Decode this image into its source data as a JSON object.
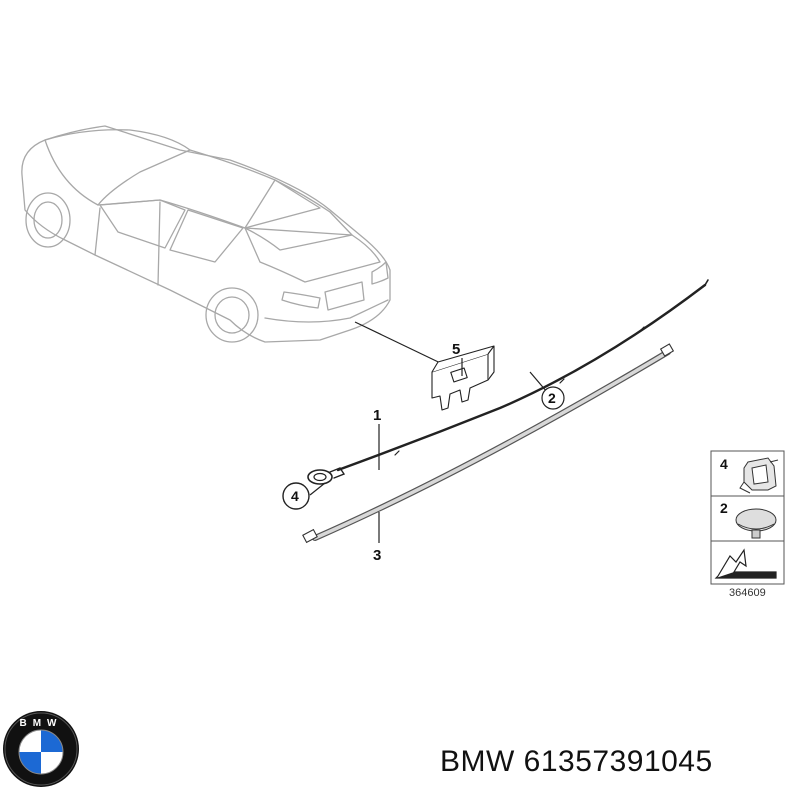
{
  "diagram": {
    "callouts": {
      "part1": "1",
      "part2": "2",
      "part3": "3",
      "part4": "4",
      "part5": "5"
    },
    "legend": {
      "item_clip": "4",
      "item_plug": "2"
    },
    "diagram_id": "364609"
  },
  "logo": {
    "letters": "BMW",
    "colors": {
      "blue": "#1c69d4",
      "ring": "#000000",
      "white": "#ffffff"
    }
  },
  "part_label": "BMW 61357391045",
  "colors": {
    "car_outline": "#aaaaaa",
    "parts": "#222222",
    "rod": "#888888"
  }
}
